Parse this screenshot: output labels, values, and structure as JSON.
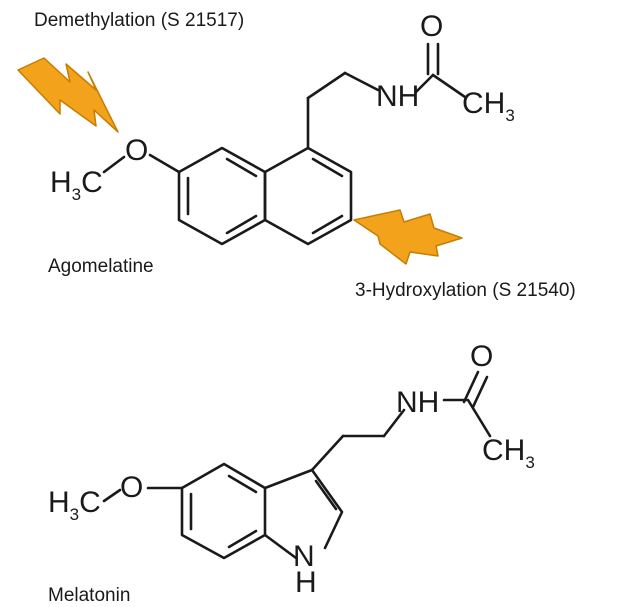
{
  "captions": {
    "demethylation": "Demethylation (S 21517)",
    "hydroxylation": "3-Hydroxylation (S 21540)",
    "agomelatine": "Agomelatine",
    "melatonin": "Melatonin"
  },
  "agomelatine": {
    "o_carbonyl": "O",
    "nh": "NH",
    "ch": "CH",
    "ch_sub": "3",
    "h": "H",
    "h_sub": "3",
    "c": "C",
    "o_methoxy": "O"
  },
  "melatonin": {
    "o_carbonyl": "O",
    "nh": "NH",
    "ch": "CH",
    "ch_sub": "3",
    "h": "H",
    "h_sub": "3",
    "c": "C",
    "o_methoxy": "O",
    "ring_n": "N",
    "ring_h": "H"
  },
  "colors": {
    "bond": "#1a1a1a",
    "bolt_fill": "#f2a31b",
    "bolt_stroke": "#c77d00"
  },
  "icons": [
    "lightning-bolt-icon",
    "lightning-bolt-icon"
  ]
}
